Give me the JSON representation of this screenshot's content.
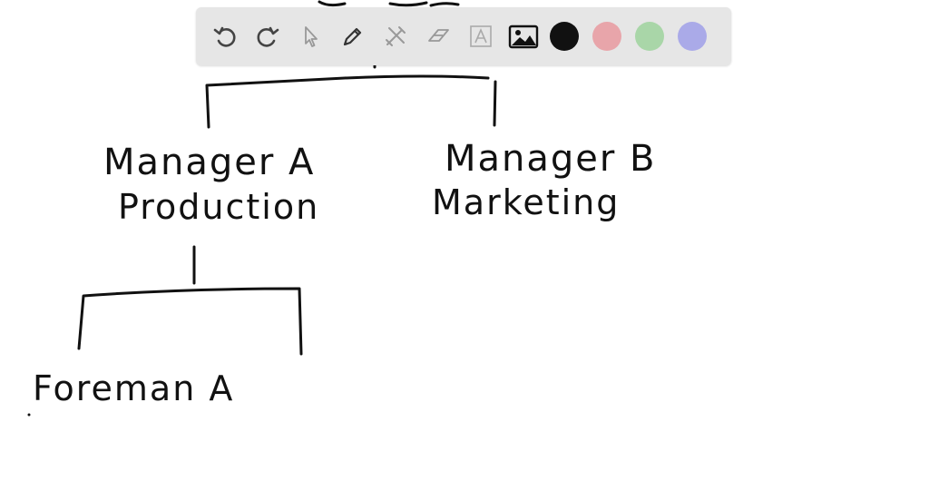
{
  "diagram": {
    "nodes": {
      "manager_a": {
        "line1": "Manager A",
        "line2": "Production"
      },
      "manager_b": {
        "line1": "Manager B",
        "line2": "Marketing"
      },
      "foreman_a": {
        "label": "Foreman A"
      }
    },
    "ink_color": "#111111"
  },
  "toolbar": {
    "tools": [
      "undo-icon",
      "redo-icon",
      "pointer-icon",
      "pen-icon",
      "tools-icon",
      "eraser-icon",
      "text-icon",
      "image-icon"
    ],
    "colors": [
      "#111111",
      "#e8a5aa",
      "#a9d6a8",
      "#aaaae8"
    ]
  }
}
